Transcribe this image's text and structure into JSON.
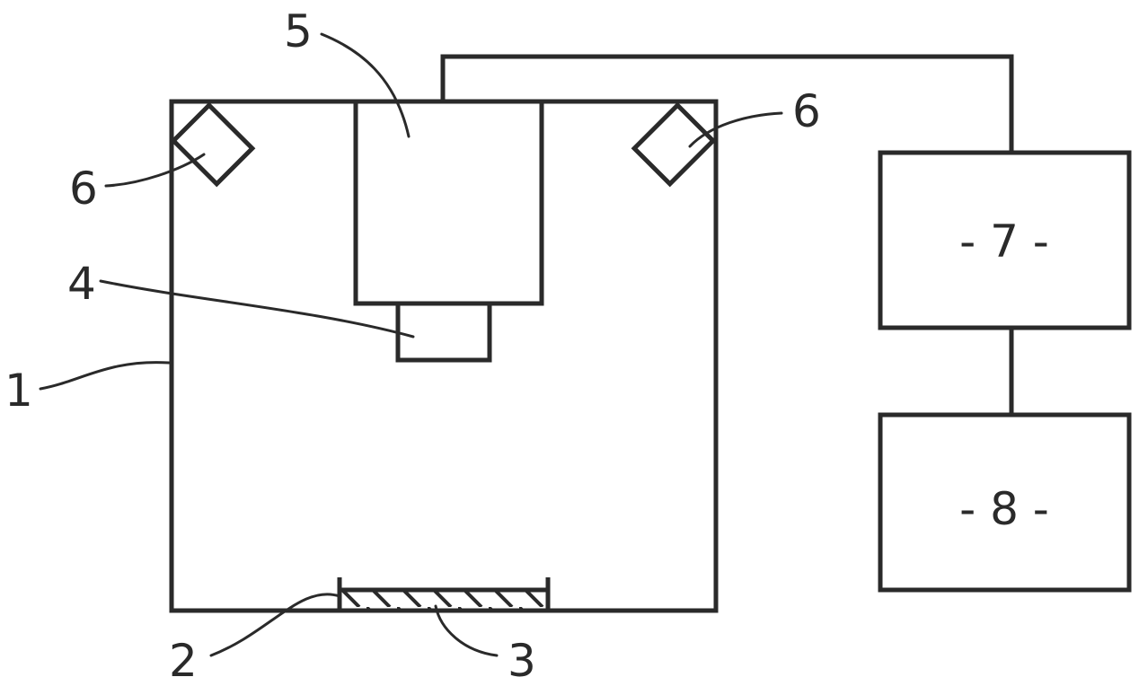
{
  "labels": {
    "ref1": "1",
    "ref2": "2",
    "ref3": "3",
    "ref4": "4",
    "ref5": "5",
    "ref6_left": "6",
    "ref6_right": "6",
    "box7": "- 7 -",
    "box8": "- 8 -"
  },
  "colors": {
    "line": "#2a2a2a",
    "background": "#ffffff"
  }
}
